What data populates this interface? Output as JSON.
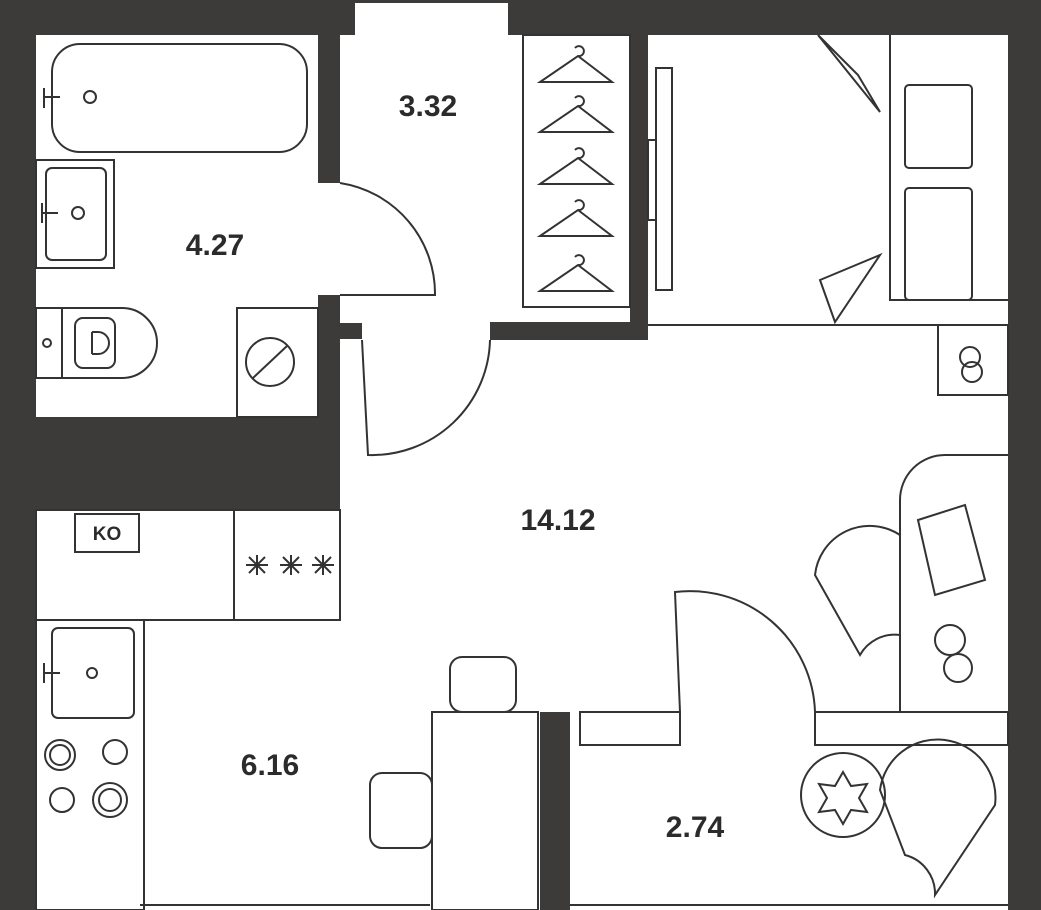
{
  "rooms": {
    "bathroom_area": "4.27",
    "closet_area": "3.32",
    "living_area": "14.12",
    "kitchen_area": "6.16",
    "hall_area": "2.74"
  },
  "kitchen": {
    "vent_label": "KO"
  },
  "colors": {
    "wall": "#3d3b39",
    "floor": "#ffffff",
    "line": "#333333"
  }
}
